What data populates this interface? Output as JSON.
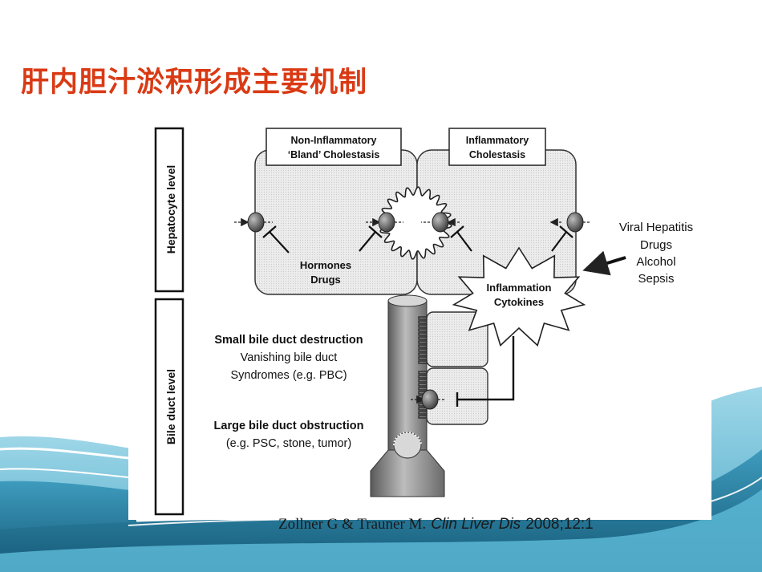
{
  "slide": {
    "title": "肝内胆汁淤积形成主要机制"
  },
  "diagram": {
    "levels": {
      "hepatocyte": "Hepatocyte level",
      "bile_duct": "Bile duct level"
    },
    "boxes": {
      "non_inflammatory_line1": "Non-Inflammatory",
      "non_inflammatory_line2": "‘Bland’ Cholestasis",
      "inflammatory_line1": "Inflammatory",
      "inflammatory_line2": "Cholestasis"
    },
    "labels": {
      "hormones": "Hormones",
      "drugs": "Drugs",
      "inflammation": "Inflammation",
      "cytokines": "Cytokines"
    },
    "causes": [
      "Viral Hepatitis",
      "Drugs",
      "Alcohol",
      "Sepsis"
    ],
    "bile_duct_text": {
      "small_title": "Small bile duct destruction",
      "small_line1": "Vanishing bile duct",
      "small_line2": "Syndromes (e.g. PBC)",
      "large_title": "Large bile duct obstruction",
      "large_line1": "(e.g. PSC, stone, tumor)"
    }
  },
  "citation": {
    "authors": "Zollner G & Trauner M.",
    "journal": "Clin Liver Dis",
    "ref": "2008;12:1"
  },
  "colors": {
    "title": "#d93a14",
    "wave_dark": "#1f6f8f",
    "wave_light": "#6fc1d9"
  }
}
